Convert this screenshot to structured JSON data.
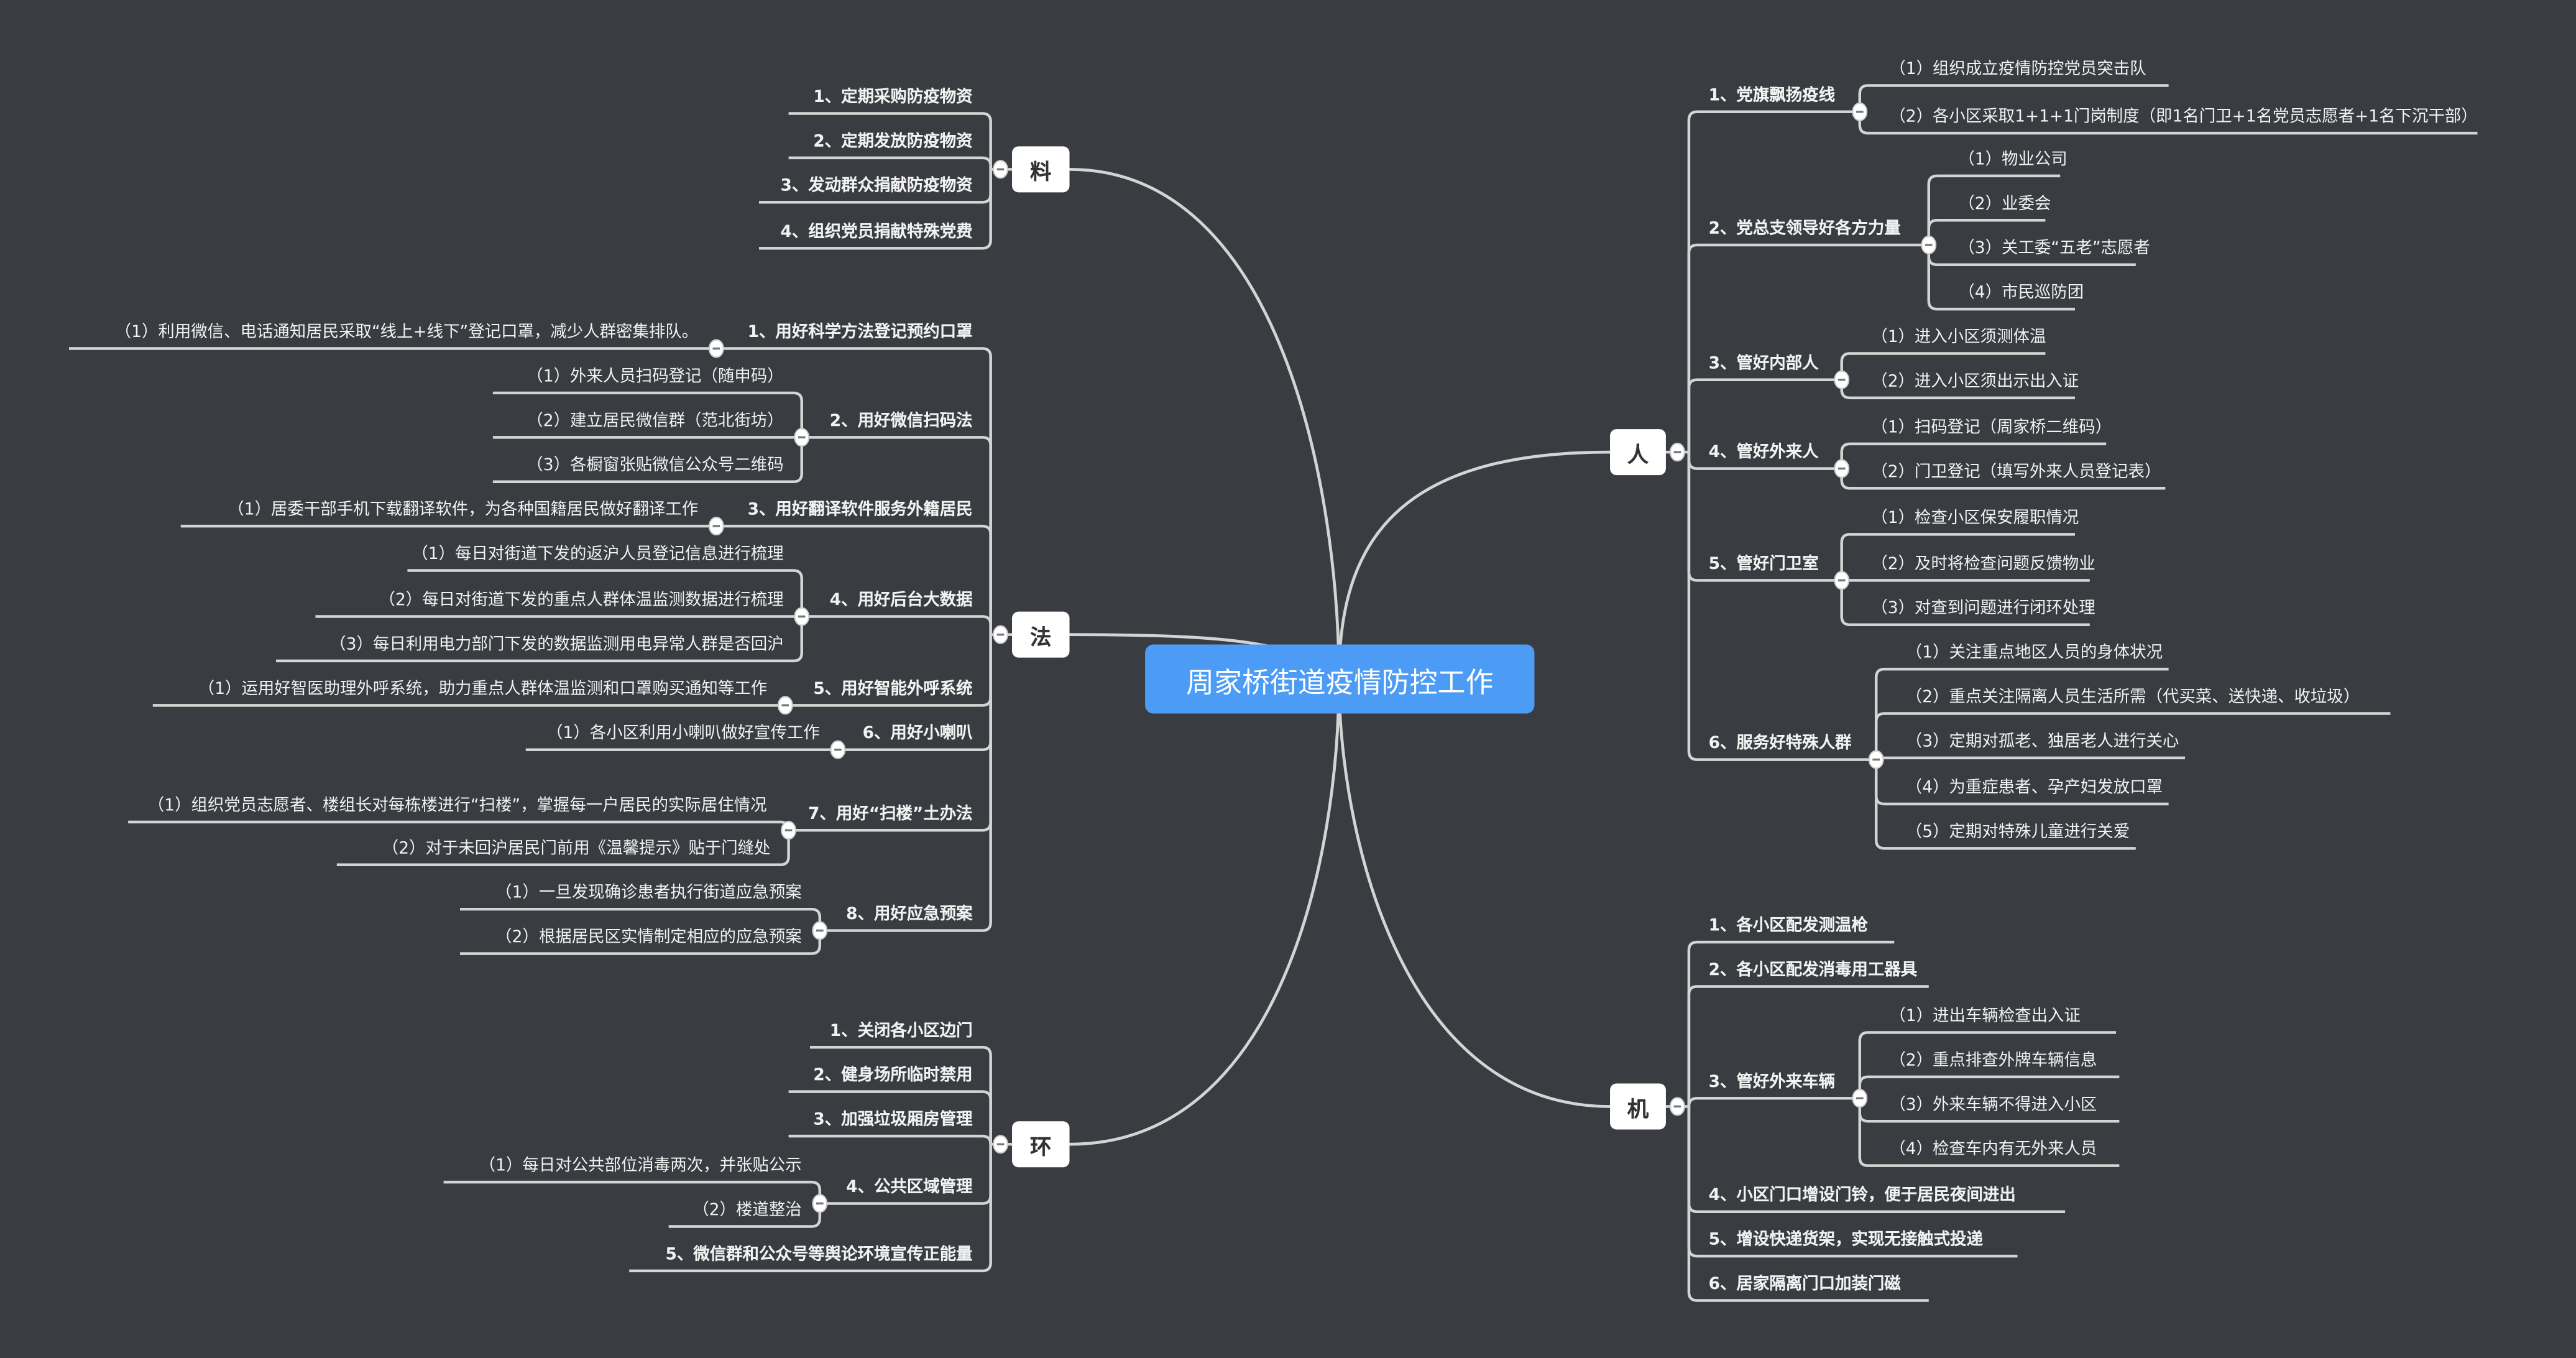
{
  "title": "周家桥街道疫情防控工作",
  "colors": {
    "background": "#393c41",
    "center": "#4c9bf5",
    "line": "#d4d4d4"
  },
  "branches": [
    {
      "label": "料",
      "children": [
        {
          "label": "1、定期采购防疫物资"
        },
        {
          "label": "2、定期发放防疫物资"
        },
        {
          "label": "3、发动群众捐献防疫物资"
        },
        {
          "label": "4、组织党员捐献特殊党费"
        }
      ]
    },
    {
      "label": "法",
      "children": [
        {
          "label": "1、用好科学方法登记预约口罩",
          "children": [
            {
              "label": "（1）利用微信、电话通知居民采取“线上+线下”登记口罩，减少人群密集排队。"
            }
          ]
        },
        {
          "label": "2、用好微信扫码法",
          "children": [
            {
              "label": "（1）外来人员扫码登记（随申码）"
            },
            {
              "label": "（2）建立居民微信群（范北街坊）"
            },
            {
              "label": "（3）各橱窗张贴微信公众号二维码"
            }
          ]
        },
        {
          "label": "3、用好翻译软件服务外籍居民",
          "children": [
            {
              "label": "（1）居委干部手机下载翻译软件，为各种国籍居民做好翻译工作"
            }
          ]
        },
        {
          "label": "4、用好后台大数据",
          "children": [
            {
              "label": "（1）每日对街道下发的返沪人员登记信息进行梳理"
            },
            {
              "label": "（2）每日对街道下发的重点人群体温监测数据进行梳理"
            },
            {
              "label": "（3）每日利用电力部门下发的数据监测用电异常人群是否回沪"
            }
          ]
        },
        {
          "label": "5、用好智能外呼系统",
          "children": [
            {
              "label": "（1）运用好智医助理外呼系统，助力重点人群体温监测和口罩购买通知等工作"
            }
          ]
        },
        {
          "label": "6、用好小喇叭",
          "children": [
            {
              "label": "（1）各小区利用小喇叭做好宣传工作"
            }
          ]
        },
        {
          "label": "7、用好“扫楼”土办法",
          "children": [
            {
              "label": "（1）组织党员志愿者、楼组长对每栋楼进行“扫楼”，掌握每一户居民的实际居住情况"
            },
            {
              "label": "（2）对于未回沪居民门前用《温馨提示》贴于门缝处"
            }
          ]
        },
        {
          "label": "8、用好应急预案",
          "children": [
            {
              "label": "（1）一旦发现确诊患者执行街道应急预案"
            },
            {
              "label": "（2）根据居民区实情制定相应的应急预案"
            }
          ]
        }
      ]
    },
    {
      "label": "环",
      "children": [
        {
          "label": "1、关闭各小区边门"
        },
        {
          "label": "2、健身场所临时禁用"
        },
        {
          "label": "3、加强垃圾厢房管理"
        },
        {
          "label": "4、公共区域管理",
          "children": [
            {
              "label": "（1）每日对公共部位消毒两次，并张贴公示"
            },
            {
              "label": "（2）楼道整治"
            }
          ]
        },
        {
          "label": "5、微信群和公众号等舆论环境宣传正能量"
        }
      ]
    },
    {
      "label": "人",
      "children": [
        {
          "label": "1、党旗飘扬疫线",
          "children": [
            {
              "label": "（1）组织成立疫情防控党员突击队"
            },
            {
              "label": "（2）各小区采取1+1+1门岗制度（即1名门卫+1名党员志愿者+1名下沉干部）"
            }
          ]
        },
        {
          "label": "2、党总支领导好各方力量",
          "children": [
            {
              "label": "（1）物业公司"
            },
            {
              "label": "（2）业委会"
            },
            {
              "label": "（3）关工委“五老”志愿者"
            },
            {
              "label": "（4）市民巡防团"
            }
          ]
        },
        {
          "label": "3、管好内部人",
          "children": [
            {
              "label": "（1）进入小区须测体温"
            },
            {
              "label": "（2）进入小区须出示出入证"
            }
          ]
        },
        {
          "label": "4、管好外来人",
          "children": [
            {
              "label": "（1）扫码登记（周家桥二维码）"
            },
            {
              "label": "（2）门卫登记（填写外来人员登记表）"
            }
          ]
        },
        {
          "label": "5、管好门卫室",
          "children": [
            {
              "label": "（1）检查小区保安履职情况"
            },
            {
              "label": "（2）及时将检查问题反馈物业"
            },
            {
              "label": "（3）对查到问题进行闭环处理"
            }
          ]
        },
        {
          "label": "6、服务好特殊人群",
          "children": [
            {
              "label": "（1）关注重点地区人员的身体状况"
            },
            {
              "label": "（2）重点关注隔离人员生活所需（代买菜、送快递、收垃圾）"
            },
            {
              "label": "（3）定期对孤老、独居老人进行关心"
            },
            {
              "label": "（4）为重症患者、孕产妇发放口罩"
            },
            {
              "label": "（5）定期对特殊儿童进行关爱"
            }
          ]
        }
      ]
    },
    {
      "label": "机",
      "children": [
        {
          "label": "1、各小区配发测温枪"
        },
        {
          "label": "2、各小区配发消毒用工器具"
        },
        {
          "label": "3、管好外来车辆",
          "children": [
            {
              "label": "（1）进出车辆检查出入证"
            },
            {
              "label": "（2）重点排查外牌车辆信息"
            },
            {
              "label": "（3）外来车辆不得进入小区"
            },
            {
              "label": "（4）检查车内有无外来人员"
            }
          ]
        },
        {
          "label": "4、小区门口增设门铃，便于居民夜间进出"
        },
        {
          "label": "5、增设快递货架，实现无接触式投递"
        },
        {
          "label": "6、居家隔离门口加装门磁"
        }
      ]
    }
  ]
}
